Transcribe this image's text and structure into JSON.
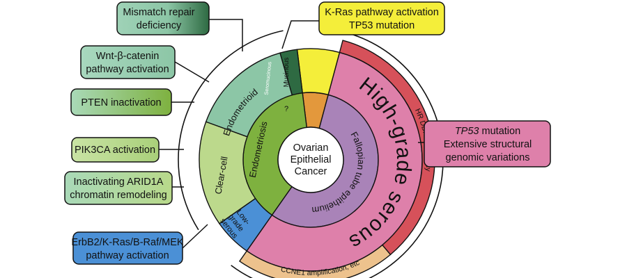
{
  "center": {
    "line1": "Ovarian",
    "line2": "Epithelial",
    "line3": "Cancer"
  },
  "inner_ring": {
    "endometriosis": "Endometriosis",
    "unknown": "?",
    "fallopian": "Fallopian tube epithelium"
  },
  "middle_ring": {
    "endometrioid": "Endometrioid",
    "seromucinous": "Seromucinous",
    "mucinous": "Mucinous",
    "clear_cell": "Clear-cell",
    "low_grade_line1": "Low-",
    "low_grade_line2": "grade",
    "low_grade_line3": "serous",
    "high_grade": "High-grade serous"
  },
  "outer_arcs": {
    "hr_ddr": "HR DDR deficiency",
    "ccne1": "CCNE1 amplification, etc"
  },
  "boxes": {
    "mismatch": {
      "line1": "Mismatch repair",
      "line2": "deficiency"
    },
    "wnt": {
      "line1": "Wnt-β-catenin",
      "line2": "pathway activation"
    },
    "pten": {
      "line1": "PTEN inactivation"
    },
    "pik3ca": {
      "line1": "PIK3CA activation"
    },
    "arid1a": {
      "line1": "Inactivating ARID1A",
      "line2": "chromatin remodeling"
    },
    "erbb2": {
      "line1": "ErbB2/K-Ras/B-Raf/MEK",
      "line2": "pathway activation"
    },
    "kras": {
      "line1": "K-Ras pathway activation",
      "line2": "TP53 mutation"
    },
    "tp53": {
      "line1_italic": "TP53",
      "line1_rest": " mutation",
      "line2": "Extensive structural",
      "line3": "genomic variations"
    }
  },
  "colors": {
    "fallopian": "#a983b8",
    "high_grade": "#de80aa",
    "hr_ddr": "#d6515a",
    "ccne1": "#edc28d",
    "endometriosis": "#7eb13f",
    "endometrioid": "#8cc6a6",
    "clear_cell": "#bcd98c",
    "low_grade": "#4b90d6",
    "seromucinous": "#2e6a42",
    "mucinous": "#f4ee3a",
    "unknown": "#e3983c"
  }
}
